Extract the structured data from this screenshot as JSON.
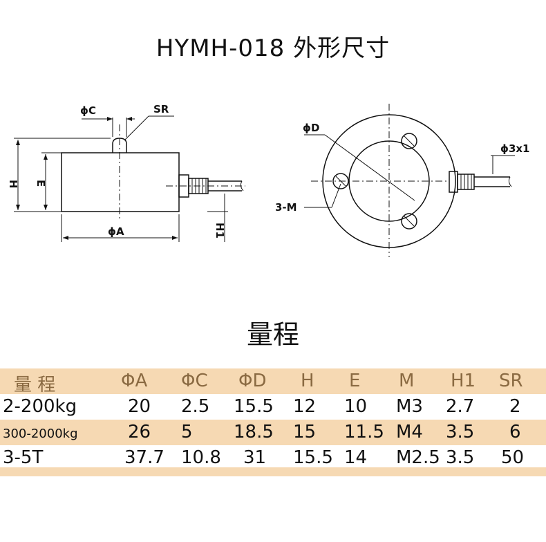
{
  "title": "HYMH-018 外形尺寸",
  "drawing_labels": {
    "phi_c": "ϕC",
    "sr": "SR",
    "h": "H",
    "e": "E",
    "phi_a": "ϕA",
    "h1": "H1",
    "phi_d": "ϕD",
    "phi_3x1": "ϕ3x1",
    "three_m": "3-M"
  },
  "subtitle": "量程",
  "table": {
    "headers": [
      "量 程",
      "ΦA",
      "ΦC",
      "ΦD",
      "H",
      "E",
      "M",
      "H1",
      "SR"
    ],
    "rows": [
      [
        "2-200kg",
        "20",
        "2.5",
        "15.5",
        "12",
        "10",
        "M3",
        "2.7",
        "2"
      ],
      [
        "300-2000kg",
        "26",
        "5",
        "18.5",
        "15",
        "11.5",
        "M4",
        "3.5",
        "6"
      ],
      [
        "3-5T",
        "37.7",
        "10.8",
        "31",
        "15.5",
        "14",
        "M2.5",
        "3.5",
        "50"
      ]
    ]
  },
  "colors": {
    "band": "#f6d9b3",
    "header_text": "#8a6a42"
  }
}
